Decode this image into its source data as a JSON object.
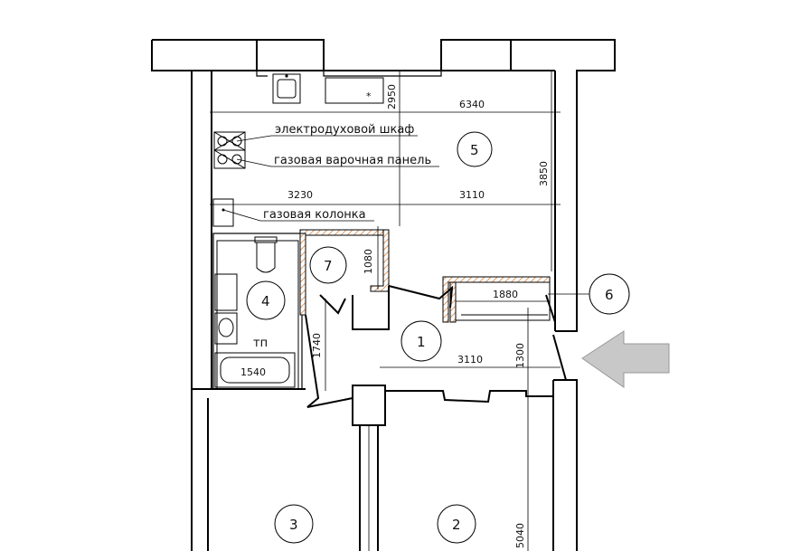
{
  "labels": {
    "oven": "электродуховой шкаф",
    "hob": "газовая варочная панель",
    "boiler": "газовая колонка",
    "toilet_room": "тп"
  },
  "rooms": [
    "1",
    "2",
    "3",
    "4",
    "5",
    "6",
    "7"
  ],
  "dimensions": {
    "d6340": "6340",
    "d2950": "2950",
    "d3850": "3850",
    "d3230": "3230",
    "d3110a": "3110",
    "d1080": "1080",
    "d1880": "1880",
    "d1740": "1740",
    "d1540": "1540",
    "d3110b": "3110",
    "d1300": "1300",
    "d5040": "5040"
  },
  "colors": {
    "wall": "#000000",
    "hatch": "#d9823b",
    "entrance_arrow": "#c8c8c8"
  }
}
